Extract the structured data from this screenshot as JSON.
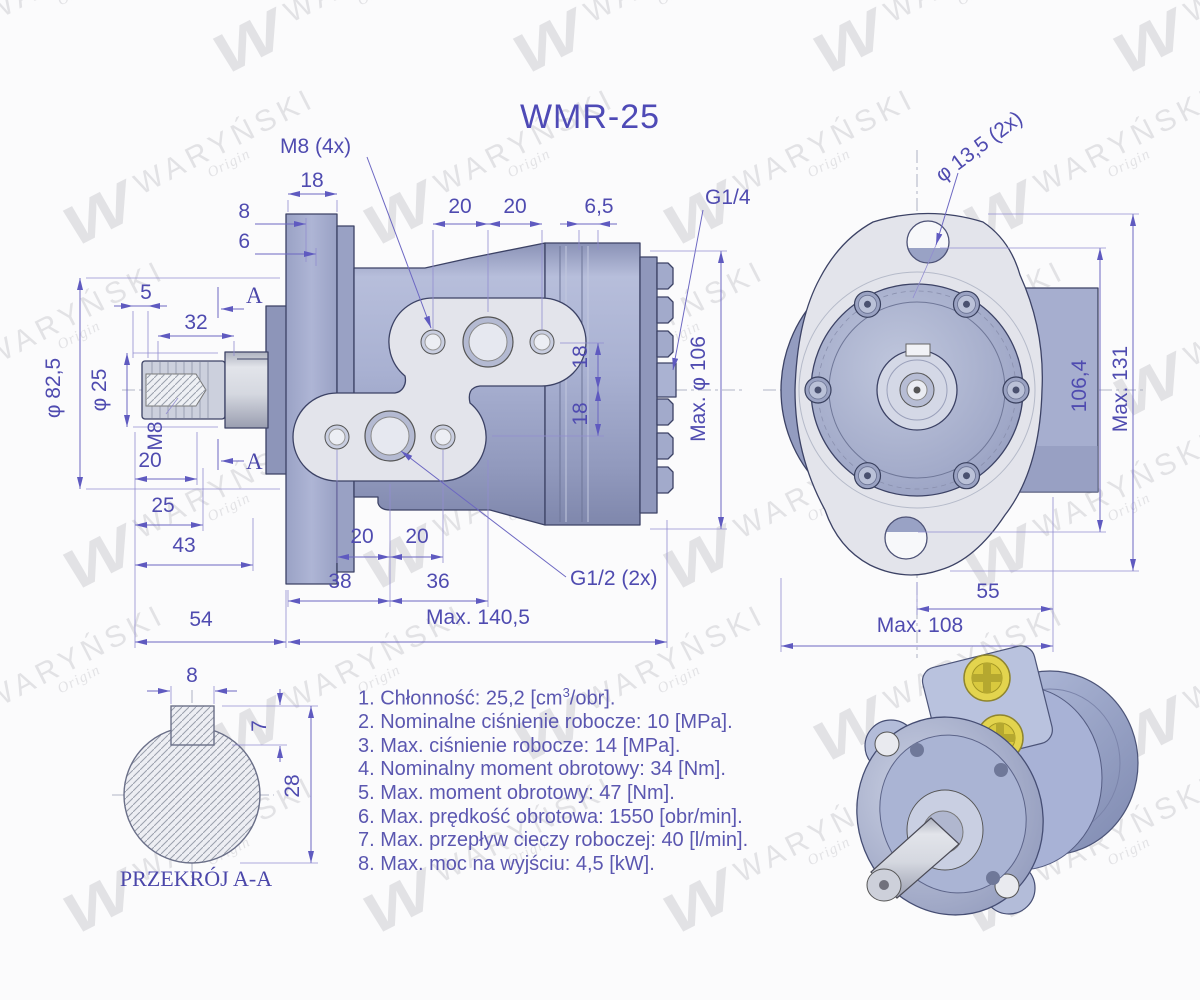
{
  "title": "WMR-25",
  "watermark": {
    "logo": "W",
    "name": "WARYŃSKI",
    "sub": "Origin"
  },
  "colors": {
    "dimension_accent": "#4f4bb0",
    "body_blue": "#a9b1d2",
    "plate_gray": "#e3e4eb",
    "cap_yellow": "#e3d44e",
    "background": "#fbfbfc"
  },
  "side_view": {
    "labels": {
      "m8_4x": "M8 (4x)",
      "g14": "G1/4",
      "g12_2x": "G1/2 (2x)",
      "a_top": "A",
      "a_bottom": "A",
      "m8_thread": "M8"
    },
    "dims": {
      "flange_w": "18",
      "step8": "8",
      "step6": "6",
      "port_top_1": "20",
      "port_top_2": "20",
      "band": "6,5",
      "spline_tip": "5",
      "shaft_len": "32",
      "dia_flange": "φ 82,5",
      "dia_shaft": "φ 25",
      "key_len": "20",
      "len25": "25",
      "len43": "43",
      "len54": "54",
      "port_bot_1": "20",
      "port_bot_2": "20",
      "len38": "38",
      "len36": "36",
      "total_len": "Max. 140,5",
      "port_v_1": "18",
      "port_v_2": "18",
      "dia_body": "Max. φ 106"
    }
  },
  "front_view": {
    "dims": {
      "hole_dia": "φ 13,5 (2x)",
      "hole_spacing": "106,4",
      "height": "Max. 131",
      "width_half": "55",
      "width": "Max. 108"
    }
  },
  "section_view": {
    "caption": "PRZEKRÓJ A-A",
    "dims": {
      "key_w": "8",
      "key_h": "7",
      "height": "28"
    }
  },
  "specs": {
    "items": [
      {
        "pre": "1. Chłonność: 25,2 [cm",
        "sup": "3",
        "post": "/obr]."
      },
      {
        "pre": "2. Nominalne ciśnienie robocze: 10 [MPa]."
      },
      {
        "pre": "3. Max. ciśnienie robocze: 14 [MPa]."
      },
      {
        "pre": "4. Nominalny moment obrotowy: 34 [Nm]."
      },
      {
        "pre": "5. Max. moment obrotowy: 47 [Nm]."
      },
      {
        "pre": "6. Max. prędkość obrotowa: 1550 [obr/min]."
      },
      {
        "pre": "7. Max. przepływ cieczy roboczej: 40 [l/min]."
      },
      {
        "pre": "8. Max. moc na wyjściu: 4,5 [kW]."
      }
    ]
  }
}
